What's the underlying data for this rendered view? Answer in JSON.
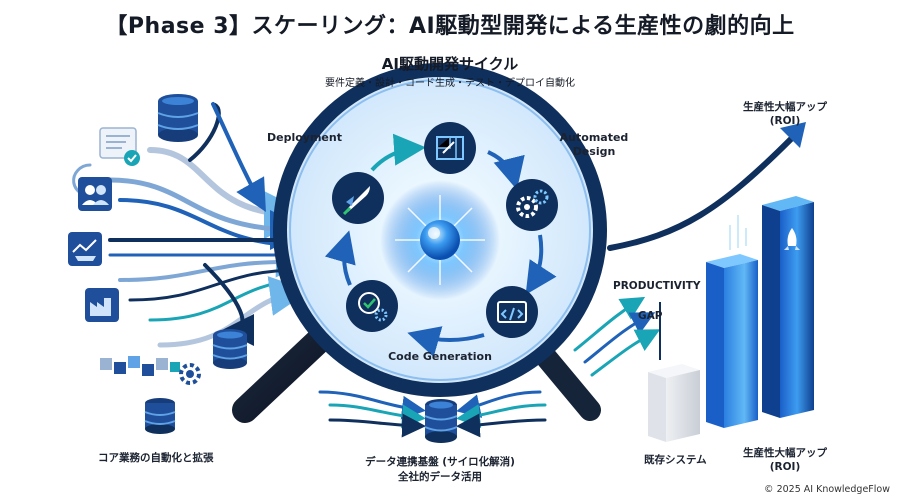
{
  "title": "【Phase 3】スケーリング：AI駆動型開発による生産性の劇的向上",
  "cycle": {
    "heading": "AI駆動開発サイクル",
    "subheading": "要件定義・設計・コード生成・テスト・デプロイ自動化",
    "stages": {
      "deployment": "Deployment",
      "automated_design": "Automated\nDesign",
      "code_generation": "Code Generation"
    }
  },
  "left_section": {
    "label": "コア業務の自動化と拡張"
  },
  "bottom_section": {
    "label_line1": "データ連携基盤 (サイロ化解消)",
    "label_line2": "全社的データ活用"
  },
  "right_section": {
    "roi_top": "生産性大幅アップ\n(ROI)",
    "productivity": "PRODUCTIVITY",
    "gap": "GAP",
    "legacy_label": "既存システム",
    "roi_bottom": "生産性大幅アップ\n(ROI)"
  },
  "footer": {
    "copyright": "© 2025 AI KnowledgeFlow"
  },
  "colors": {
    "navy": "#0f2f5c",
    "blue": "#1f62b8",
    "light_blue": "#4aa3e6",
    "sky": "#9fd6f7",
    "teal": "#19a5b5",
    "grey": "#d9dde3",
    "accent_green": "#2fc46f"
  },
  "icons": {
    "left": [
      "database-icon",
      "document-check-icon",
      "users-icon",
      "chart-cart-icon",
      "factory-icon",
      "gear-icon"
    ],
    "cycle": [
      "rocket-icon",
      "blueprint-icon",
      "gears-icon",
      "code-icon",
      "check-gear-icon",
      "ai-core-icon"
    ],
    "bottom": [
      "database-icon"
    ],
    "right": [
      "rocket-icon"
    ]
  }
}
